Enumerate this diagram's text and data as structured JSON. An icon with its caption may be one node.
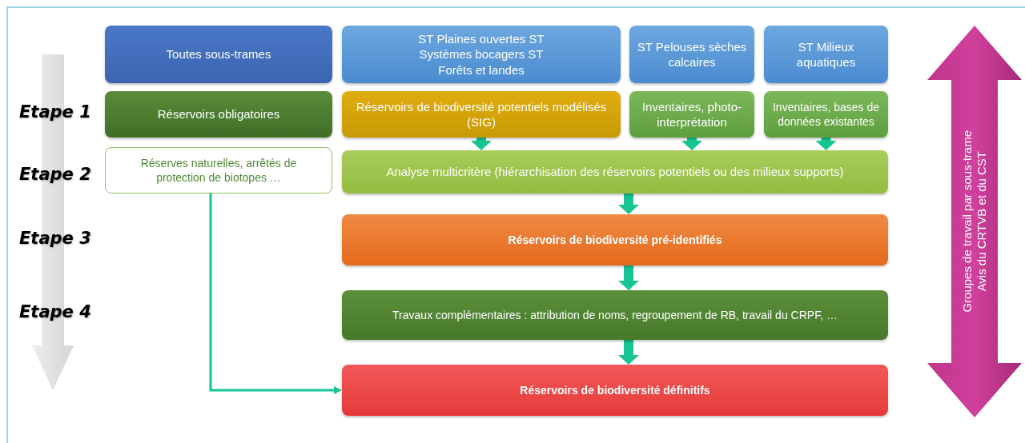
{
  "diagram": {
    "nodes": [
      {
        "text": [
          "Toutes sous-trames"
        ]
      },
      {
        "text": [
          "ST Plaines ouvertes ST Systèmes bocagers ST Forêts et landes"
        ]
      },
      {
        "text": [
          "ST Pelouses sèches calcaires"
        ]
      },
      {
        "text": [
          "ST Milieux aquatiques"
        ]
      },
      {
        "text": [
          "Réservoirs obligatoires"
        ]
      },
      {
        "text": [
          "Réservoirs de biodiversité potentiels modélisés (SIG)"
        ]
      },
      {
        "text": [
          "Inventaires, photo-interprétation"
        ]
      },
      {
        "text": [
          "Inventaires, bases de données existantes"
        ]
      },
      {
        "text": [
          "Réserves naturelles, arrêtés de protection de biotopes …"
        ]
      },
      {
        "text": [
          "Analyse multicritère (hiérarchisation des réservoirs potentiels ou des milieux supports)"
        ]
      },
      {
        "text": [
          "Réservoirs de biodiversité pré-identifiés"
        ]
      },
      {
        "text": [
          "Travaux complémentaires : attribution de noms, regroupement de RB, travail du CRPF, …"
        ]
      },
      {
        "text": [
          "Réservoirs de biodiversité définitifs"
        ]
      },
      {
        "text": [
          "Groupes de travail par sous-trame",
          "Avis du CRTVB et du CST"
        ]
      }
    ],
    "edges": [
      {
        "from": 5,
        "to": 9,
        "arrow": "to"
      },
      {
        "from": 6,
        "to": 9,
        "arrow": "to"
      },
      {
        "from": 7,
        "to": 9,
        "arrow": "to"
      },
      {
        "from": 9,
        "to": 10,
        "arrow": "to"
      },
      {
        "from": 10,
        "to": 11,
        "arrow": "to"
      },
      {
        "from": 11,
        "to": 12,
        "arrow": "to"
      },
      {
        "from": 8,
        "to": 12,
        "arrow": "to"
      }
    ],
    "labels": [
      "Etape 1",
      "Etape 2",
      "Etape 3",
      "Etape 4"
    ]
  }
}
